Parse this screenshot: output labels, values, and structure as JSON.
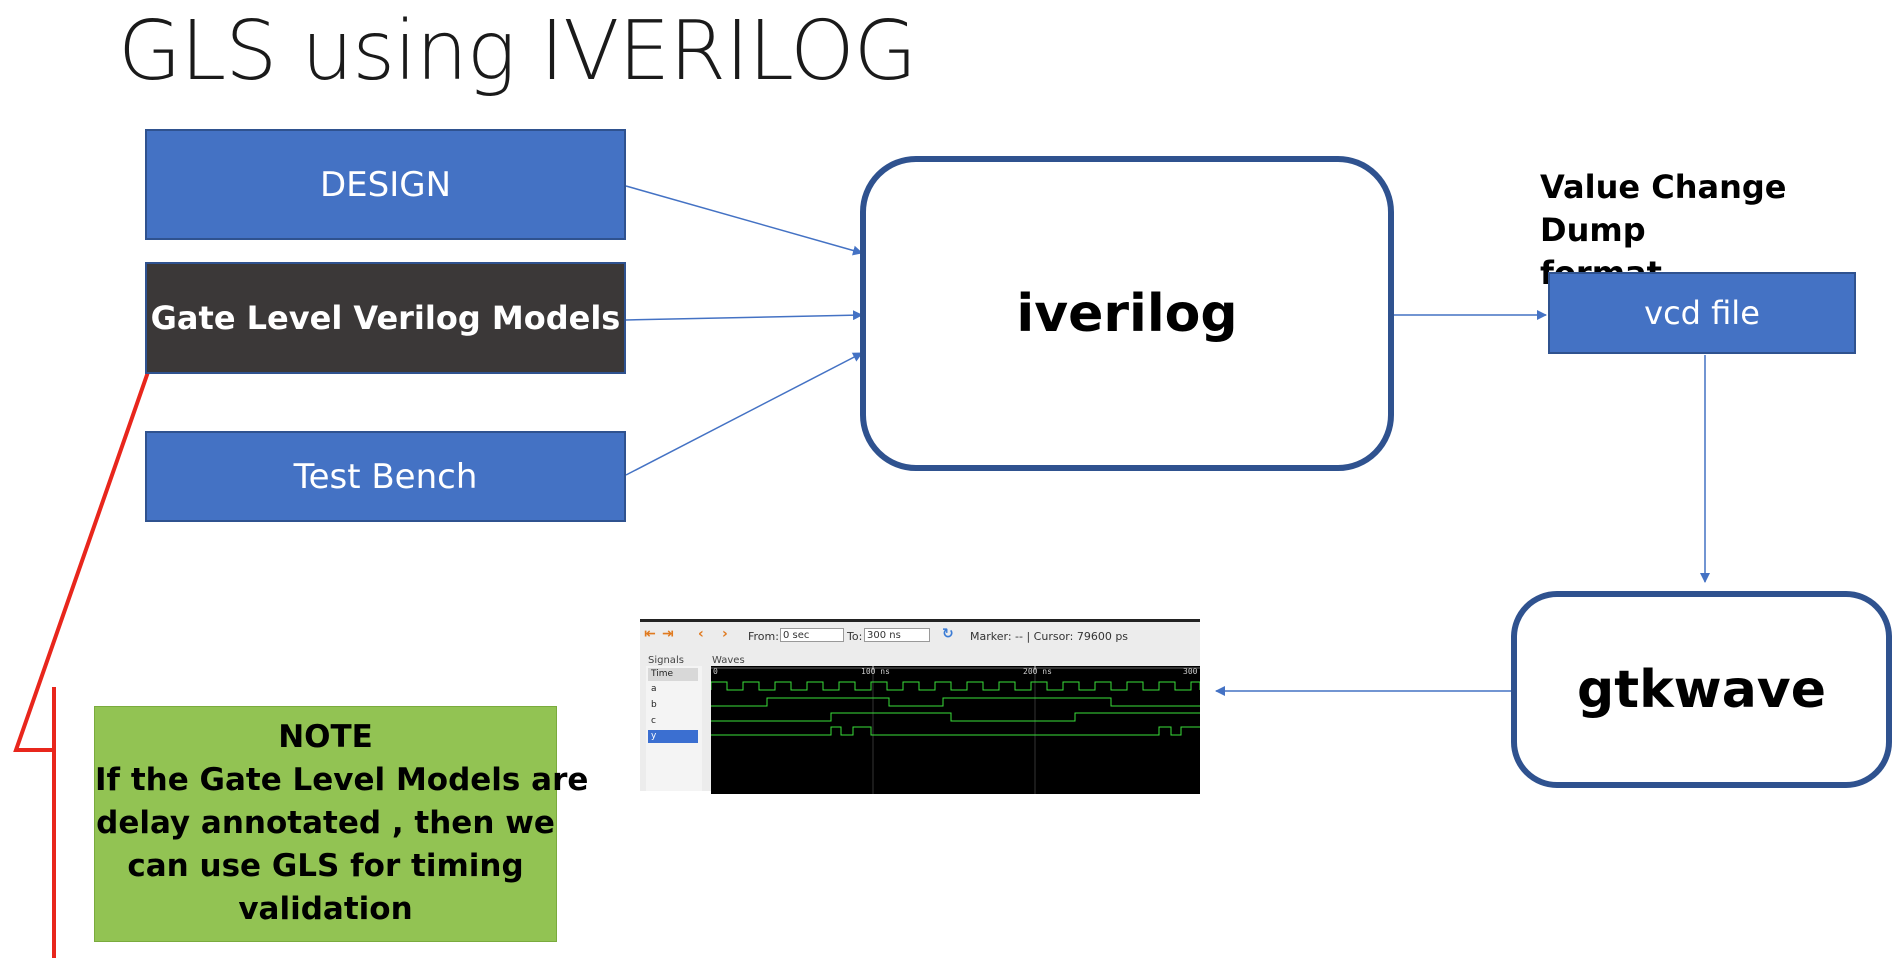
{
  "title": "GLS using IVERILOG",
  "inputs": {
    "design": "DESIGN",
    "gate_models": "Gate Level Verilog Models",
    "test_bench": "Test Bench"
  },
  "iverilog": "iverilog",
  "vcd": {
    "label_line1": "Value Change Dump",
    "label_line2": "format",
    "box": "vcd file"
  },
  "gtkwave_box": "gtkwave",
  "note": {
    "lines": [
      "NOTE",
      "If the Gate Level Models are",
      "delay annotated , then we",
      "can use GLS for timing",
      "validation"
    ]
  },
  "colors": {
    "box_blue": "#4472c4",
    "box_dark": "#3b3838",
    "outline_blue": "#2f528f",
    "note_green": "#92c353",
    "callout_red": "#e8261c"
  },
  "gtkwave_window": {
    "from_label": "From:",
    "from_value": "0 sec",
    "to_label": "To:",
    "to_value": "300 ns",
    "status": "Marker: -- | Cursor: 79600 ps",
    "signals_header": "Signals",
    "waves_header": "Waves",
    "signals": [
      "Time",
      "a",
      "b",
      "c",
      "y"
    ],
    "time_ticks": [
      "0",
      "100 ns",
      "200 ns",
      "300"
    ]
  }
}
